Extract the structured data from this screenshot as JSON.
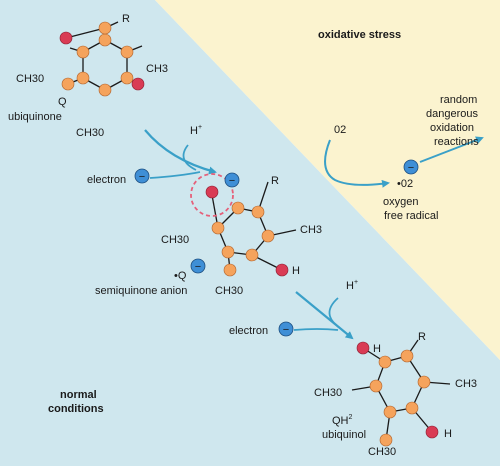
{
  "regions": {
    "oxidative_label": "oxidative stress",
    "normal_label_line1": "normal",
    "normal_label_line2": "conditions"
  },
  "colors": {
    "normal_bg": "#cfe7ee",
    "stress_bg": "#fbf3cf",
    "atom": "#f5a35c",
    "oxygen": "#d93b54",
    "bond": "#1a1a1a",
    "arrow": "#3aa0c8",
    "electron": "#3f8fd6",
    "dashed_circle": "#e5607a"
  },
  "molecule_q": {
    "r": "R",
    "ch3_right": "CH3",
    "ch3o_left": "CH30",
    "ch3o_bottom": "CH30",
    "name_line1": "Q",
    "name_line2": "ubiquinone"
  },
  "step1": {
    "h_plus": "H",
    "h_plus_sup": "+",
    "electron_label": "electron",
    "electron_symbol": "−"
  },
  "molecule_semi": {
    "r": "R",
    "ch3_right": "CH3",
    "ch3o_left": "CH30",
    "ch3o_bottom": "CH30",
    "h": "H",
    "dot_q": "•Q",
    "name": "semiquinone anion",
    "electron_symbol": "−"
  },
  "step2": {
    "h_plus": "H",
    "h_plus_sup": "+",
    "electron_label": "electron",
    "electron_symbol": "−"
  },
  "molecule_qh2": {
    "r": "R",
    "ch3_right": "CH3",
    "ch3o_left": "CH30",
    "ch3o_bottom": "CH30",
    "h_top": "H",
    "h_bottom": "H",
    "name_line1": "QH",
    "name_line1_sup": "2",
    "name_line2": "ubiquinol"
  },
  "stress": {
    "o2_label": "02",
    "radical_label": "•02",
    "radical_electron": "−",
    "radical_name_line1": "oxygen",
    "radical_name_line2": "free radical",
    "outcome_line1": "random",
    "outcome_line2": "dangerous",
    "outcome_line3": "oxidation",
    "outcome_line4": "reactions"
  }
}
